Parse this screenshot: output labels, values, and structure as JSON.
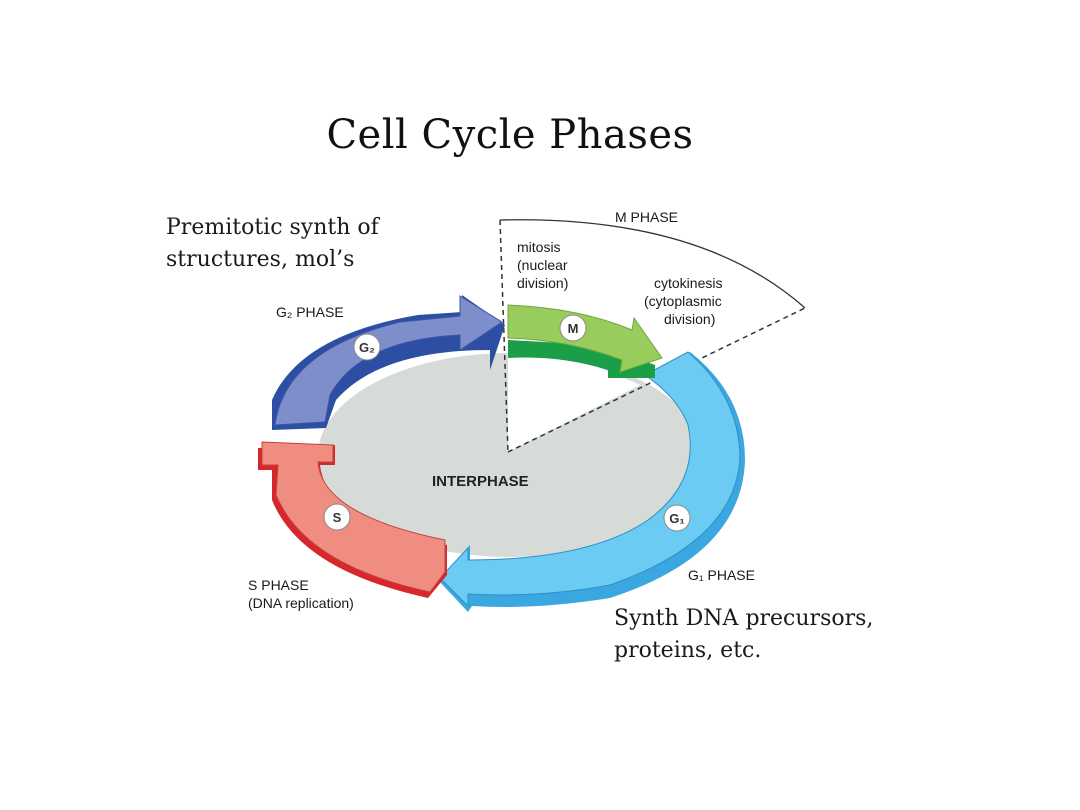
{
  "title": "Cell Cycle Phases",
  "notes": {
    "g2": "Premitotic synth of\nstructures, mol’s",
    "g1": "Synth DNA precursors,\nproteins, etc."
  },
  "diagram": {
    "center_label": "INTERPHASE",
    "m_phase": {
      "label": "M PHASE",
      "mitosis": [
        "mitosis",
        "(nuclear",
        "division)"
      ],
      "cytokinesis": [
        "cytokinesis",
        "(cytoplasmic",
        "division)"
      ],
      "badge": "M"
    },
    "g2_phase": {
      "label": "G₂ PHASE",
      "badge": "G₂"
    },
    "s_phase": {
      "label": "S PHASE",
      "sublabel": "(DNA replication)",
      "badge": "S"
    },
    "g1_phase": {
      "label": "G₁ PHASE",
      "badge": "G₁"
    },
    "colors": {
      "g2": "#7E8ECB",
      "s": "#EF8E80",
      "g1": "#6CCBF2",
      "m": "#98CC5C",
      "interphase": "#D7DBD7"
    }
  }
}
